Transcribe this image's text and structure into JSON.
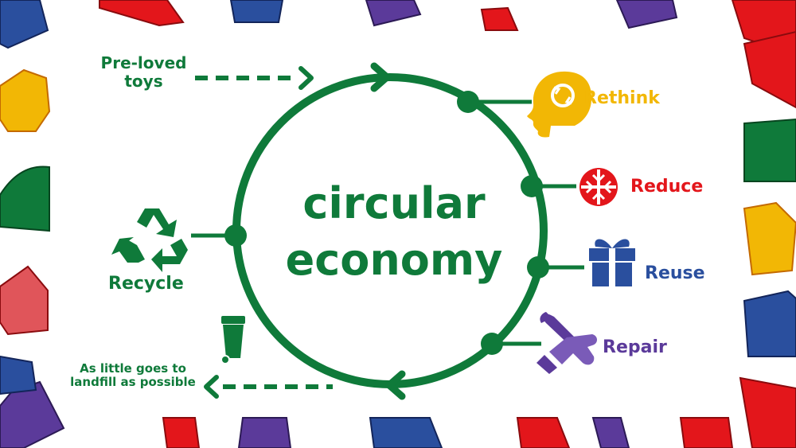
{
  "center": {
    "line1": "circular",
    "line2": "economy"
  },
  "labels": {
    "preloved": [
      "Pre-loved",
      "toys"
    ],
    "rethink": "Rethink",
    "reduce": "Reduce",
    "reuse": "Reuse",
    "repair": "Repair",
    "recycle": "Recycle",
    "landfill": [
      "As little goes to",
      "landfill as possible"
    ]
  },
  "icons": {
    "rethink": "head-with-arrows-icon",
    "reduce": "reduce-arrows-icon",
    "reuse": "gift-box-icon",
    "repair": "wrench-hand-icon",
    "recycle": "recycle-icon",
    "landfill": "wheelie-bin-icon"
  },
  "colors": {
    "green": "#0f7a3a",
    "rethink": "#f2b705",
    "reduce": "#e3161b",
    "reuse": "#2a4f9e",
    "repair": "#5b3a9a",
    "block_red": "#e3161b",
    "block_blue": "#2a4f9e",
    "block_purple": "#5b3a9a",
    "block_yellow": "#f2b705",
    "block_green": "#0f7a3a"
  }
}
